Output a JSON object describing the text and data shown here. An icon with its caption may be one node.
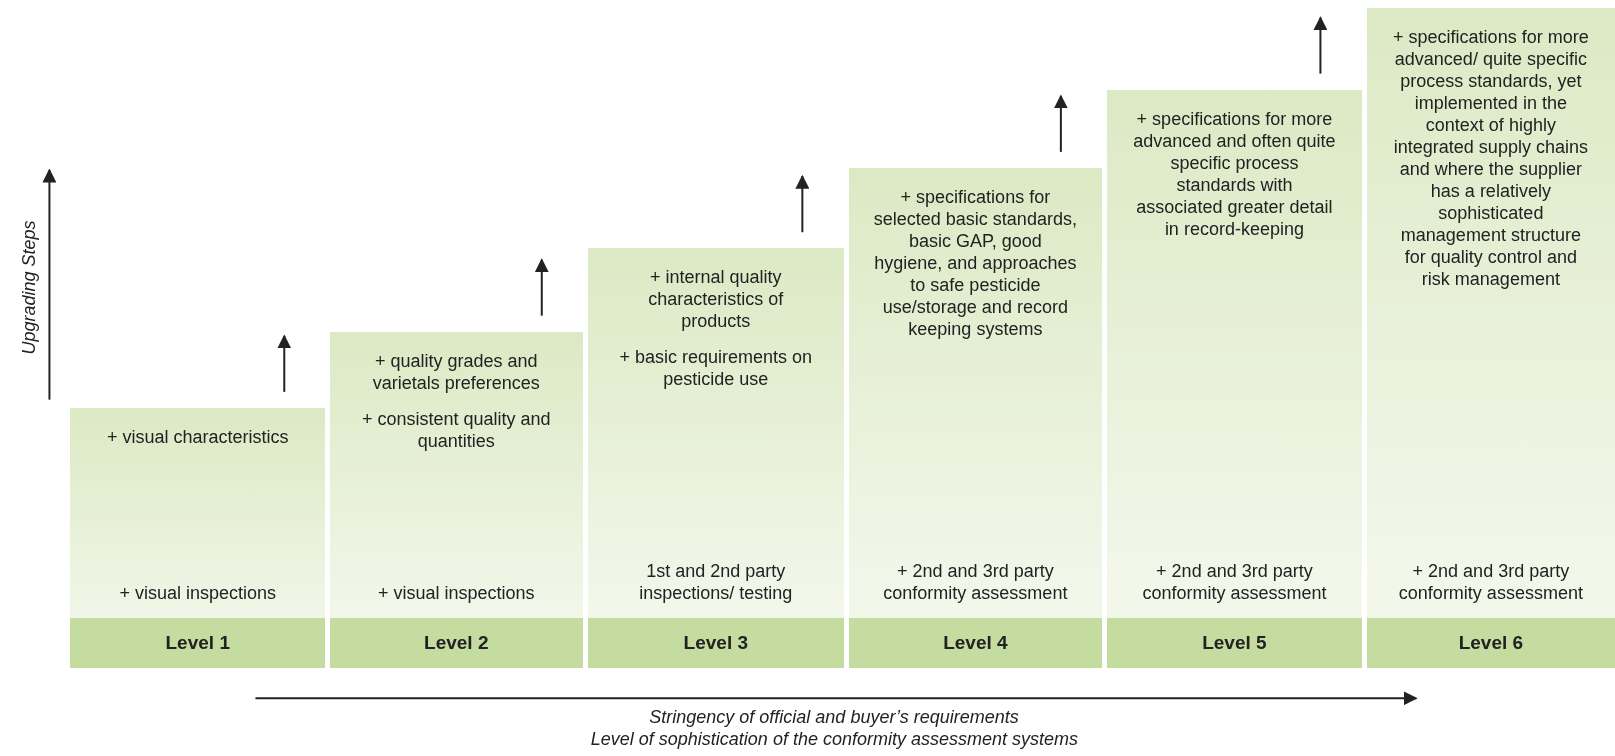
{
  "diagram": {
    "nodes": [
      {
        "text": [
          "+ visual characteristics",
          "+ visual inspections",
          "Level 1"
        ]
      },
      {
        "text": [
          "+ quality grades and varietals preferences",
          "+ consistent quality and quantities",
          "+ visual inspections",
          "Level 2"
        ]
      },
      {
        "text": [
          "+ internal quality characteristics of products",
          "+ basic requirements on pesticide use",
          "1st and 2nd party inspections/ testing",
          "Level 3"
        ]
      },
      {
        "text": [
          "+ specifications for selected basic standards, basic GAP, good hygiene, and approaches to safe pesticide use/storage and record keeping systems",
          "+ 2nd and 3rd party conformity assessment",
          "Level 4"
        ]
      },
      {
        "text": [
          "+ specifications for more advanced and often quite specific process standards with associated greater detail in record-keeping",
          "+ 2nd and 3rd party conformity assessment",
          "Level 5"
        ]
      },
      {
        "text": [
          "+ specifications for more advanced/ quite specific process standards, yet implemented in the context of highly integrated supply chains and where the supplier has a relatively sophisticated management structure for quality control and risk management",
          "+ 2nd and 3rd party conformity assessment",
          "Level 6"
        ]
      }
    ],
    "edges": [],
    "labels": [
      "Upgrading Steps",
      "Stringency of official and buyer’s requirements",
      "Level of sophistication of the conformity assessment systems"
    ]
  }
}
